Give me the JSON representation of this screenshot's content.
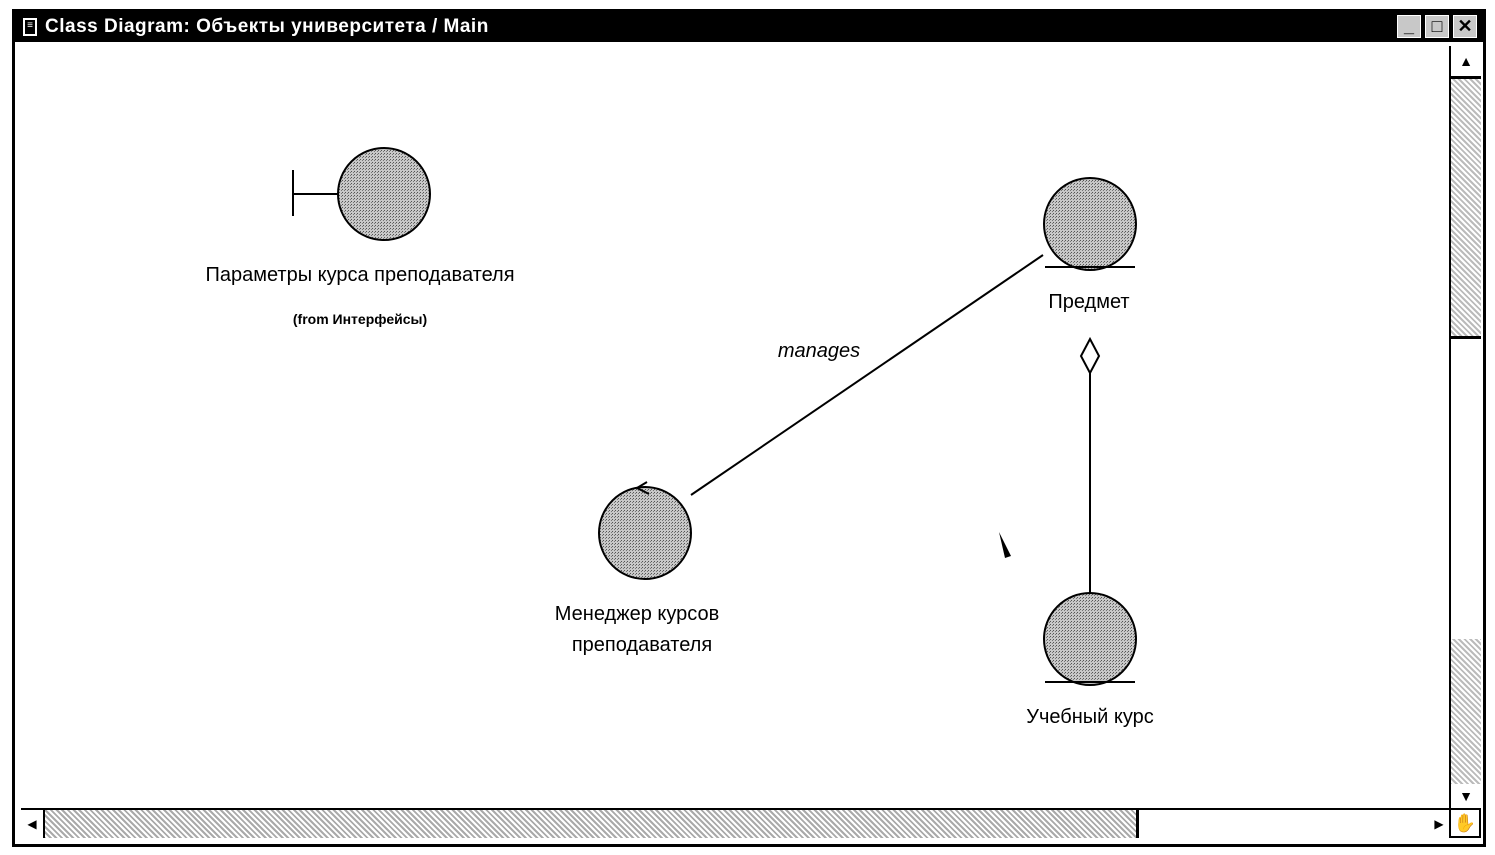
{
  "window": {
    "title": "Class Diagram: Объекты университета / Main",
    "buttons": {
      "minimize": "_",
      "maximize": "□",
      "close": "✕"
    }
  },
  "diagram": {
    "classes": [
      {
        "name": "Параметры курса преподавателя",
        "from": "(from Интерфейсы)",
        "stereotype": "boundary"
      },
      {
        "name": "Предмет",
        "stereotype": "entity"
      },
      {
        "name_line1": "Менеджер курсов",
        "name_line2": "преподавателя",
        "stereotype": "control"
      },
      {
        "name": "Учебный курс",
        "stereotype": "entity"
      }
    ],
    "relations": [
      {
        "label": "manages",
        "type": "association"
      },
      {
        "label": "",
        "type": "aggregation"
      }
    ]
  },
  "colors": {
    "fill": "#a8a8a8",
    "titlebar": "#000000"
  }
}
